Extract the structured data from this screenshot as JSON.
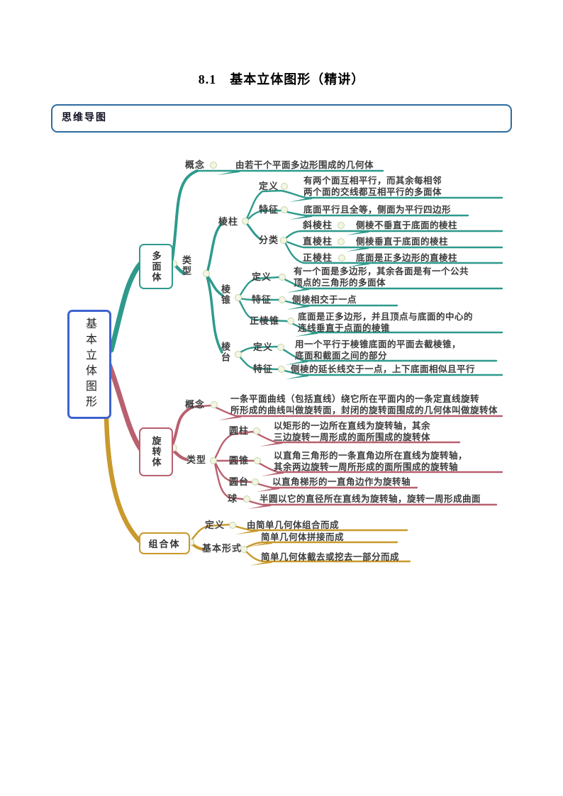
{
  "title": "8.1　基本立体图形（精讲）",
  "section_label": "思维导图",
  "colors": {
    "polyhedron_branch": "#2e9a8c",
    "revolution_branch": "#b9606f",
    "composite_branch": "#c9992b",
    "root_border": "#3e63d0",
    "section_border": "#2e6b9e"
  },
  "map": {
    "root": "基本立体图形",
    "poly": {
      "name": "多面体",
      "concept_label": "概念",
      "concept": "由若干个平面多边形围成的几何体",
      "type_label": "类型",
      "prism": {
        "name": "棱柱",
        "def_label": "定义",
        "def": "有两个面互相平行，而其余每相邻\n两个面的交线都互相平行的多面体",
        "feat_label": "特征",
        "feat": "底面平行且全等，侧面为平行四边形",
        "cls_label": "分类",
        "items": [
          {
            "label": "斜棱柱",
            "text": "侧棱不垂直于底面的棱柱"
          },
          {
            "label": "直棱柱",
            "text": "侧棱垂直于底面的棱柱"
          },
          {
            "label": "正棱柱",
            "text": "底面是正多边形的直棱柱"
          }
        ]
      },
      "pyramid": {
        "name": "棱锥",
        "def_label": "定义",
        "def": "有一个面是多边形，其余各面是有一个公共\n顶点的三角形的多面体",
        "feat_label": "特征",
        "feat": "侧棱相交于一点",
        "reg_label": "正棱锥",
        "reg": "底面是正多边形，并且顶点与底面的中心的\n连线垂直于点面的棱锥"
      },
      "frustum": {
        "name": "棱台",
        "def_label": "定义",
        "def": "用一个平行于棱锥底面的平面去截棱锥，\n底面和截面之间的部分",
        "feat_label": "特征",
        "feat": "侧棱的延长线交于一点，上下底面相似且平行"
      }
    },
    "rev": {
      "name": "旋转体",
      "concept_label": "概念",
      "concept": "一条平面曲线（包括直线）绕它所在平面内的一条定直线旋转\n所形成的曲线叫做旋转面，封闭的旋转面围成的几何体叫做旋转体",
      "type_label": "类型",
      "items": [
        {
          "label": "圆柱",
          "text": "以矩形的一边所在直线为旋转轴，其余\n三边旋转一周形成的面所围成的旋转体"
        },
        {
          "label": "圆锥",
          "text": "以直角三角形的一条直角边所在直线为旋转轴，\n其余两边旋转一周所形成的面所围成的旋转轴"
        },
        {
          "label": "圆台",
          "text": "以直角梯形的一直角边作为旋转轴"
        },
        {
          "label": "球",
          "text": "半圆以它的直径所在直线为旋转轴，旋转一周形成曲面"
        }
      ]
    },
    "comp": {
      "name": "组合体",
      "def_label": "定义",
      "def": "由简单几何体组合而成",
      "form_label": "基本形式",
      "form1": "简单几何体拼接而成",
      "form2": "简单几何体截去或挖去一部分而成"
    }
  }
}
